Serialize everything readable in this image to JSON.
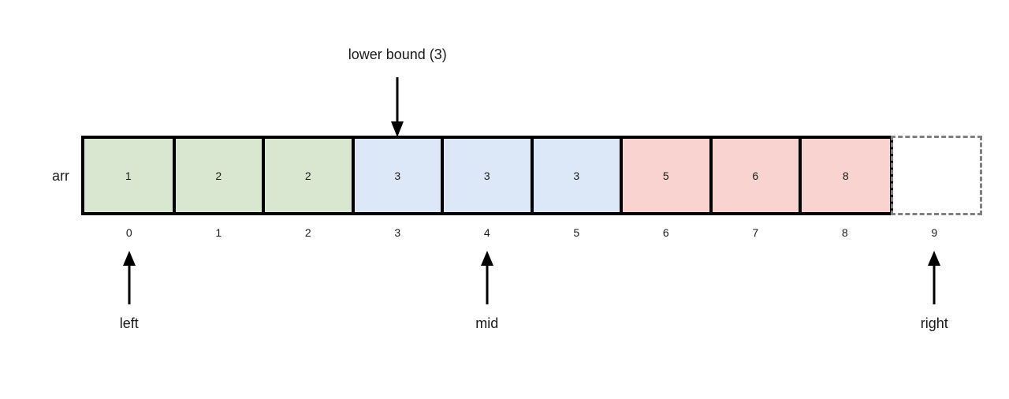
{
  "diagram": {
    "title_annotation": {
      "label": "lower bound (3)",
      "target_index": 3
    },
    "array_name": "arr",
    "cells": [
      {
        "value": "1",
        "group": "green"
      },
      {
        "value": "2",
        "group": "green"
      },
      {
        "value": "2",
        "group": "green"
      },
      {
        "value": "3",
        "group": "blue"
      },
      {
        "value": "3",
        "group": "blue"
      },
      {
        "value": "3",
        "group": "blue"
      },
      {
        "value": "5",
        "group": "red"
      },
      {
        "value": "6",
        "group": "red"
      },
      {
        "value": "8",
        "group": "red"
      }
    ],
    "ghost_cell": {
      "value": "",
      "group": "empty"
    },
    "indices": [
      "0",
      "1",
      "2",
      "3",
      "4",
      "5",
      "6",
      "7",
      "8",
      "9"
    ],
    "pointers": [
      {
        "name": "left",
        "label": "left",
        "index": 0
      },
      {
        "name": "mid",
        "label": "mid",
        "index": 4
      },
      {
        "name": "right",
        "label": "right",
        "index": 9
      }
    ],
    "colors": {
      "green": "#d9e7d0",
      "blue": "#dce7f7",
      "red": "#f8d3d0",
      "empty": "#ffffff",
      "border": "#000000",
      "ghost_border": "#808080",
      "text": "#1a1a1a",
      "background": "#ffffff"
    }
  }
}
